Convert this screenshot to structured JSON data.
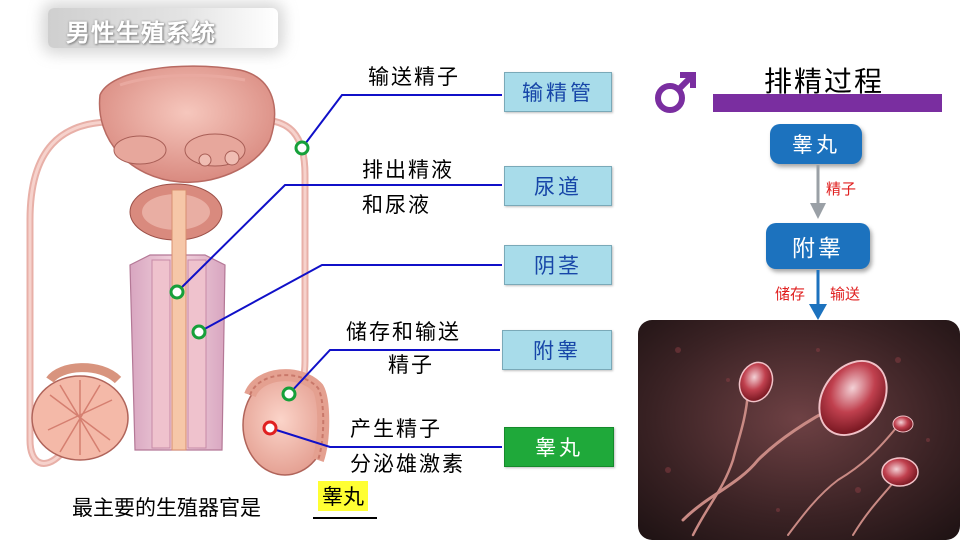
{
  "title": "男性生殖系统",
  "labels": {
    "vas_deferens_desc": "输送精子",
    "urethra_desc_1": "排出精液",
    "urethra_desc_2": "和尿液",
    "epididymis_desc_1": "储存和输送",
    "epididymis_desc_2": "精子",
    "testis_desc_1": "产生精子",
    "testis_desc_2": "分泌雄激素"
  },
  "organs": {
    "vas_deferens": "输精管",
    "urethra": "尿道",
    "penis": "阴茎",
    "epididymis": "附睾",
    "testis": "睾丸"
  },
  "question": "最主要的生殖器官是",
  "answer": "睾丸",
  "flow": {
    "title": "排精过程",
    "step1": "睾丸",
    "arrow1_label": "精子",
    "step2": "附睾",
    "arrow2_label_left": "储存",
    "arrow2_label_right": "输送"
  },
  "colors": {
    "box_fill": "#a8dcea",
    "box_text": "#1746a8",
    "highlight_box": "#1fa93a",
    "leader_line": "#1010c8",
    "flow_blue": "#1c72be",
    "bar_purple": "#7a2ea0",
    "red_text": "#e02020"
  },
  "icons": {
    "male": "male-symbol-icon"
  }
}
